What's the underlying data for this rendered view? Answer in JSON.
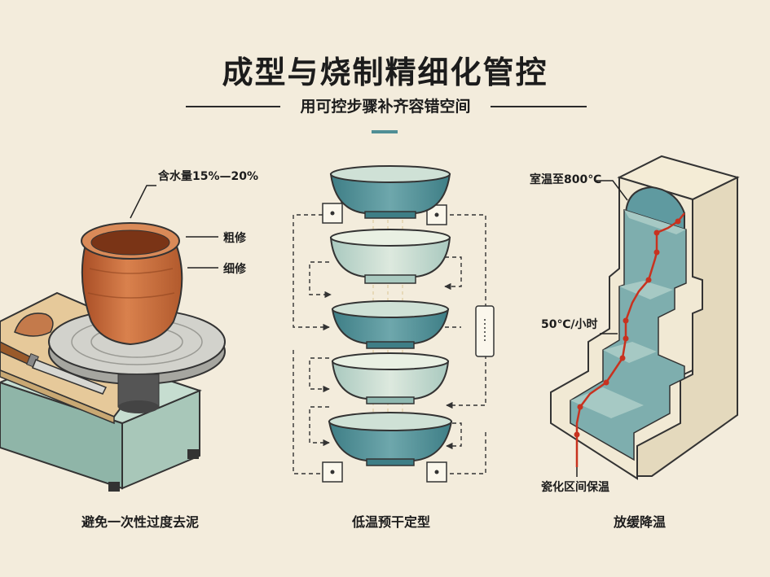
{
  "header": {
    "title": "成型与烧制精细化管控",
    "subtitle": "用可控步骤补齐容错空间",
    "accent_color": "#4f8e95"
  },
  "panels": [
    {
      "id": "forming",
      "labels": {
        "moisture": "含水量15%—20%",
        "rough_trim": "粗修",
        "fine_trim": "细修"
      },
      "caption": "避免一次性过度去泥",
      "icons": [
        "clay-pot-icon",
        "pottery-wheel-icon",
        "trimming-knife-icon"
      ]
    },
    {
      "id": "drying",
      "caption": "低温预干定型",
      "bowl_count": 5,
      "icons": [
        "bowl-icon",
        "airflow-icon",
        "fan-unit-icon"
      ]
    },
    {
      "id": "firing",
      "labels": {
        "heat_to": "室温至800℃",
        "rate": "50℃/小时",
        "hold": "瓷化区间保温"
      },
      "caption": "放缓降温",
      "icons": [
        "kiln-icon",
        "temperature-curve-icon"
      ]
    }
  ],
  "colors": {
    "background": "#f3ecdc",
    "clay": "#c9683a",
    "glaze_teal": "#4f8e95",
    "glaze_light": "#cfe1d6",
    "kiln_body": "#efe6cf",
    "curve_red": "#c8321f"
  }
}
